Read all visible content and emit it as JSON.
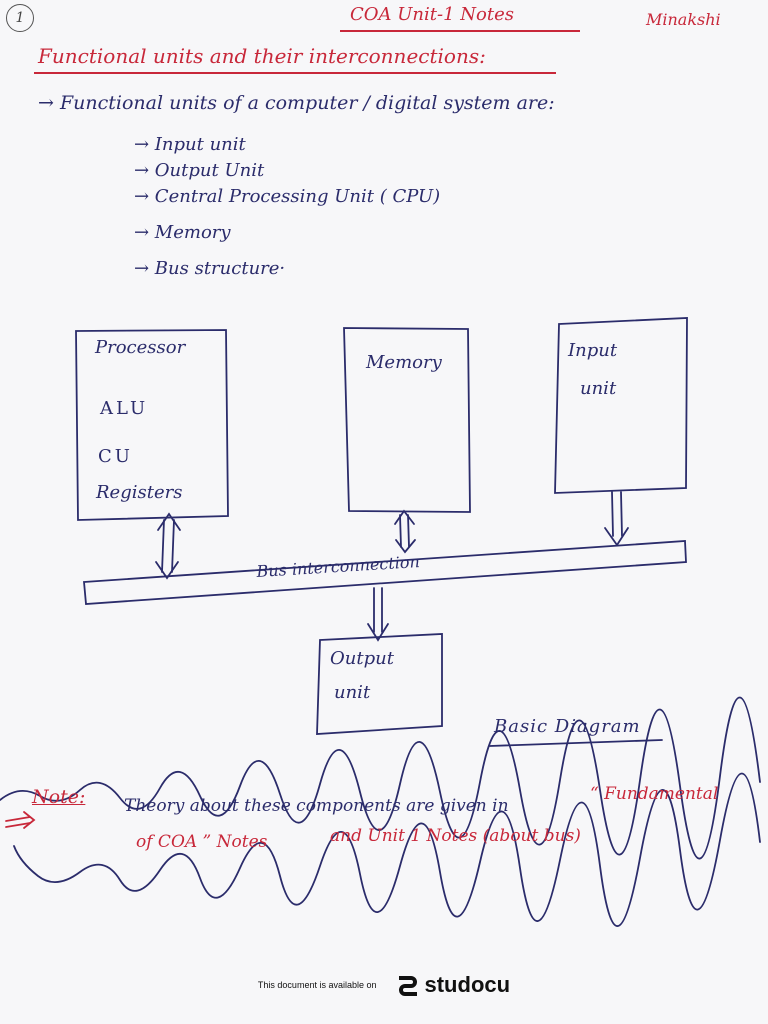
{
  "page_number": "1",
  "header": {
    "title": "COA  Unit-1  Notes",
    "author": "Minakshi"
  },
  "heading": "Functional units and their interconnections:",
  "intro": "→ Functional units of a computer / digital system are:",
  "units": [
    "→ Input unit",
    "→ Output Unit",
    "→ Central Processing Unit ( CPU)",
    "→  Memory",
    "→  Bus structure·"
  ],
  "diagram": {
    "processor": {
      "title": "Processor",
      "alu": "ALU",
      "cu": "CU",
      "registers": "Registers"
    },
    "memory": "Memory",
    "input": {
      "line1": "Input",
      "line2": "unit"
    },
    "bus": "Bus interconnection",
    "output": {
      "line1": "Output",
      "line2": "unit"
    },
    "caption": "Basic Diagram"
  },
  "note": {
    "label": "Note:",
    "line1_a": "Theory about these components are given in",
    "line1_b": "“ Fundamental",
    "line2_a": "of COA ” Notes",
    "line2_b": "and Unit 1 Notes (about bus)"
  },
  "footer": {
    "text": "This document is available on",
    "brand": "studocu"
  },
  "colors": {
    "ink_blue": "#2b2c6b",
    "ink_red": "#c8283a"
  }
}
